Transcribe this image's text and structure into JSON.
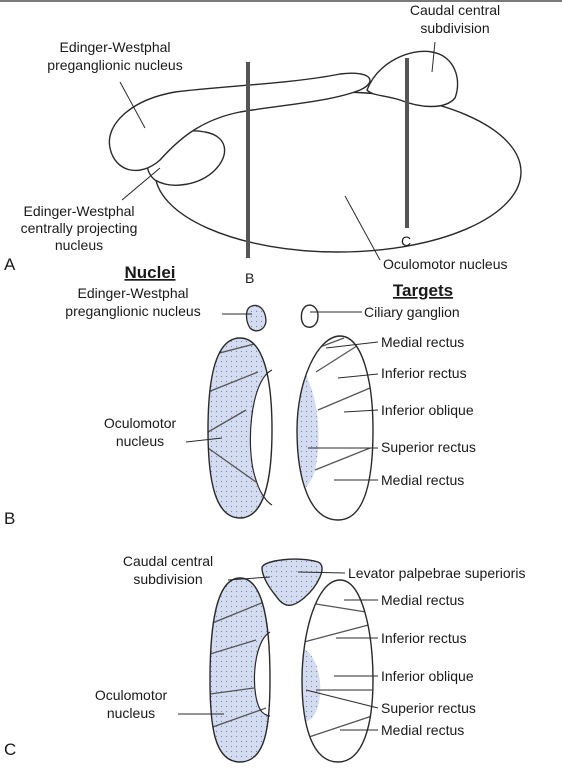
{
  "colors": {
    "shade": "#d4dcf1",
    "dot": "#7b85a8",
    "stroke": "#2a2a2a"
  },
  "panel_a": {
    "panel_label": "A",
    "ew_pregang": [
      "Edinger-Westphal",
      "preganglionic nucleus"
    ],
    "caudal_central": [
      "Caudal central",
      "subdivision"
    ],
    "ew_centrally": [
      "Edinger-Westphal",
      "centrally projecting",
      "nucleus"
    ],
    "oculomotor": "Oculomotor nucleus",
    "section_b": "B",
    "section_c": "C"
  },
  "panel_b": {
    "panel_label": "B",
    "nuclei_header": "Nuclei",
    "targets_header": "Targets",
    "ew_pregang": [
      "Edinger-Westphal",
      "preganglionic nucleus"
    ],
    "oculomotor": [
      "Oculomotor",
      "nucleus"
    ],
    "targets": [
      "Ciliary ganglion",
      "Medial rectus",
      "Inferior rectus",
      "Inferior oblique",
      "Superior rectus",
      "Medial rectus"
    ]
  },
  "panel_c": {
    "panel_label": "C",
    "caudal_central": [
      "Caudal central",
      "subdivision"
    ],
    "oculomotor": [
      "Oculomotor",
      "nucleus"
    ],
    "targets": [
      "Levator palpebrae superioris",
      "Medial rectus",
      "Inferior rectus",
      "Inferior oblique",
      "Superior rectus",
      "Medial rectus"
    ]
  }
}
